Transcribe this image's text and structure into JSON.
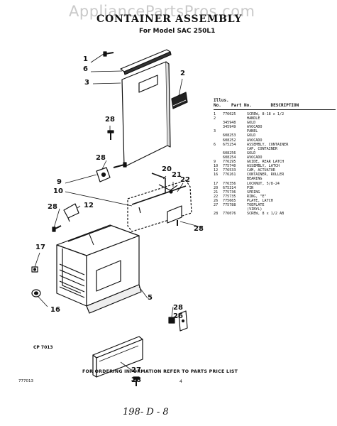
{
  "watermark": "AppliancePartsPros.com",
  "title": "CONTAINER ASSEMBLY",
  "subtitle": "For Model SAC 250L1",
  "parts_list": {
    "header_ref": "Illus. No.",
    "header_part": "Part No.",
    "header_desc": "DESCRIPTION",
    "rows": [
      {
        "ref": "1",
        "part": "776025",
        "desc": "SCREW, 8-18 x 1/2"
      },
      {
        "ref": "2",
        "part": "",
        "desc": "HANDLE"
      },
      {
        "ref": "",
        "part": "345948",
        "desc": "GOLD"
      },
      {
        "ref": "",
        "part": "345949",
        "desc": "AVOCADO"
      },
      {
        "ref": "3",
        "part": "",
        "desc": "PANEL"
      },
      {
        "ref": "",
        "part": "608253",
        "desc": "GOLD"
      },
      {
        "ref": "",
        "part": "608252",
        "desc": "AVOCADO"
      },
      {
        "ref": "6",
        "part": "675254",
        "desc": "ASSEMBLY, CONTAINER"
      },
      {
        "ref": "",
        "part": "",
        "desc": "CAP, CONTAINER"
      },
      {
        "ref": "",
        "part": "608256",
        "desc": "GOLD"
      },
      {
        "ref": "",
        "part": "608254",
        "desc": "AVOCADO"
      },
      {
        "ref": "9",
        "part": "776295",
        "desc": "GUIDE, REAR LATCH"
      },
      {
        "ref": "10",
        "part": "775740",
        "desc": "ASSEMBLY, LATCH"
      },
      {
        "ref": "12",
        "part": "776533",
        "desc": "CAM, ACTUATOR"
      },
      {
        "ref": "16",
        "part": "776261",
        "desc": "CONTAINER, ROLLER"
      },
      {
        "ref": "",
        "part": "",
        "desc": "BEARING"
      },
      {
        "ref": "17",
        "part": "776356",
        "desc": "LOCKNUT, 5/8-24"
      },
      {
        "ref": "20",
        "part": "675314",
        "desc": "PIN"
      },
      {
        "ref": "21",
        "part": "775736",
        "desc": "SPRING"
      },
      {
        "ref": "22",
        "part": "775735",
        "desc": "RING, \"E\""
      },
      {
        "ref": "26",
        "part": "775665",
        "desc": "PLATE, LATCH"
      },
      {
        "ref": "27",
        "part": "775788",
        "desc": "TOEPLATE"
      },
      {
        "ref": "",
        "part": "",
        "desc": "(VINYL)"
      },
      {
        "ref": "28",
        "part": "776076",
        "desc": "SCREW, 8 x 1/2 AB"
      }
    ]
  },
  "callouts": {
    "c1": "1",
    "c6": "6",
    "c3": "3",
    "c2": "2",
    "c28a": "28",
    "c28b": "28",
    "c20": "20",
    "c21": "21",
    "c22": "22",
    "c9": "9",
    "c10": "10",
    "c28c": "28",
    "c12": "12",
    "c28d": "28",
    "c17": "17",
    "c16": "16",
    "c5": "5",
    "c28e": "28",
    "c26": "26",
    "c27": "27",
    "c28f": "28"
  },
  "figure_code": "CP 7013",
  "footer": "FOR ORDERING INFORMATION REFER TO PARTS PRICE LIST",
  "doc_number": "777013",
  "page_number": "4",
  "handwritten_note": "198- D - 8"
}
